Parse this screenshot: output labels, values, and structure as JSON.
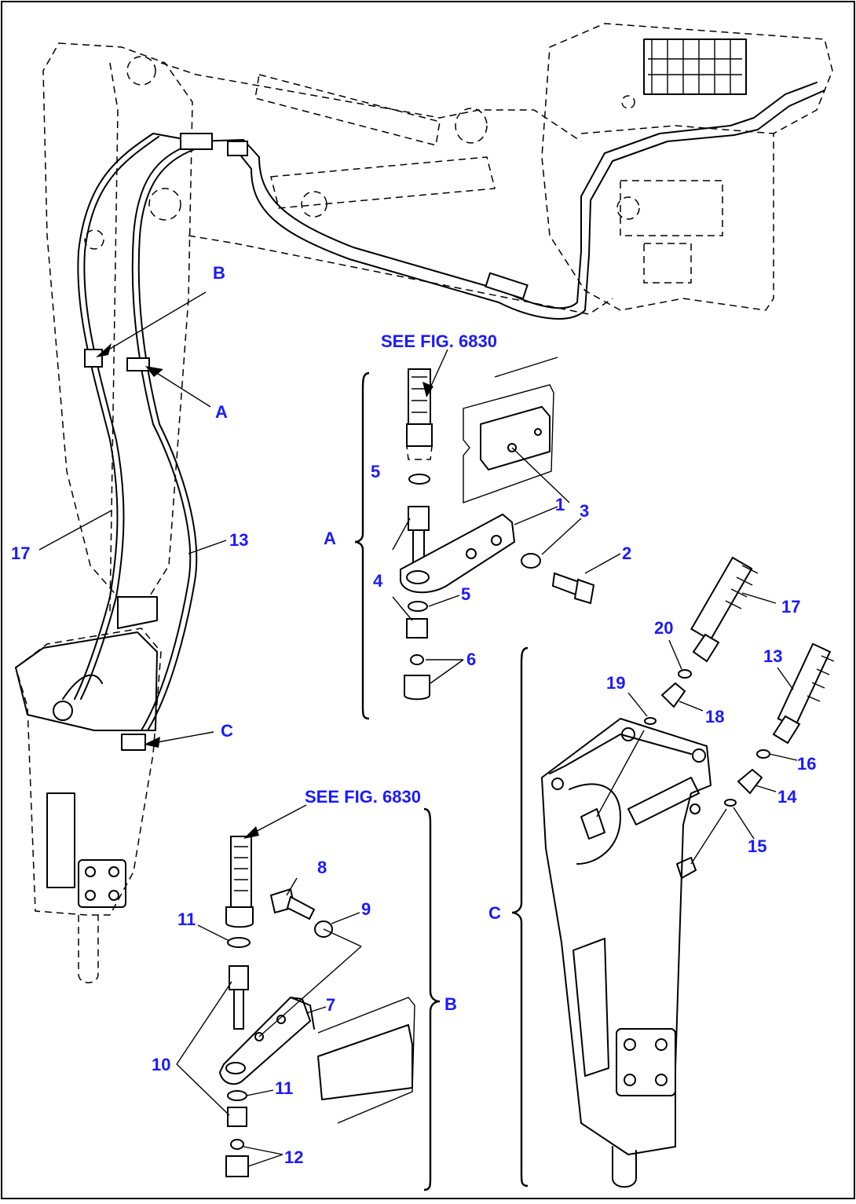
{
  "figure": {
    "frame_color": "#000000",
    "label_color": "#1a1aff"
  },
  "references": {
    "see_fig_top": "SEE FIG. 6830",
    "see_fig_bottom": "SEE FIG. 6830"
  },
  "views": {
    "A": "A",
    "B": "B",
    "C": "C"
  },
  "callouts": {
    "top_B": "B",
    "top_A": "A",
    "top_C": "C",
    "p17_main": "17",
    "p13_main": "13",
    "p1": "1",
    "p2": "2",
    "p3": "3",
    "p4": "4",
    "p5_top": "5",
    "p5_mid": "5",
    "p6": "6",
    "p7": "7",
    "p8": "8",
    "p9": "9",
    "p10": "10",
    "p11_top": "11",
    "p11_mid": "11",
    "p12": "12",
    "p13": "13",
    "p14": "14",
    "p15": "15",
    "p16": "16",
    "p17": "17",
    "p18": "18",
    "p19": "19",
    "p20": "20"
  }
}
